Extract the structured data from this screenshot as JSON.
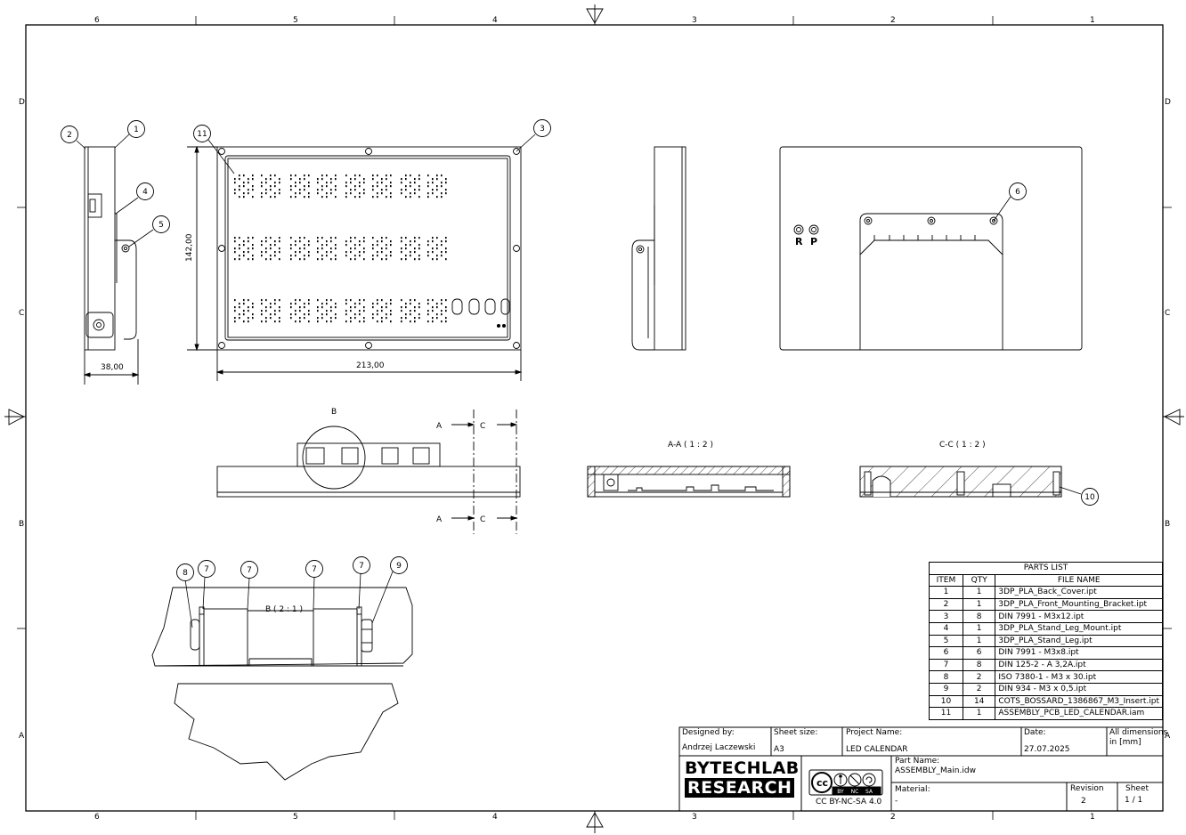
{
  "border": {
    "columns_top": [
      "6",
      "5",
      "4",
      "3",
      "2",
      "1"
    ],
    "columns_bottom": [
      "6",
      "5",
      "4",
      "3",
      "2",
      "1"
    ],
    "rows_left": [
      "D",
      "C",
      "B",
      "A"
    ],
    "rows_right": [
      "D",
      "C",
      "B",
      "A"
    ]
  },
  "callouts": [
    "1",
    "2",
    "3",
    "4",
    "5",
    "6",
    "7",
    "8",
    "9",
    "10",
    "11"
  ],
  "dimensions": {
    "height": "142,00",
    "width": "213,00",
    "depth": "38,00"
  },
  "markings": {
    "r": "R",
    "p": "P"
  },
  "section_labels": {
    "detail_b": "B",
    "a_top": "A",
    "a_bottom": "A",
    "c_top": "C",
    "c_bottom": "C",
    "section_aa": "A-A ( 1 : 2 )",
    "section_cc": "C-C ( 1 : 2 )",
    "detail_b_view": "B ( 2 : 1 )"
  },
  "parts_list": {
    "title": "PARTS LIST",
    "headers": [
      "ITEM",
      "QTY",
      "FILE NAME"
    ],
    "rows": [
      [
        "1",
        "1",
        "3DP_PLA_Back_Cover.ipt"
      ],
      [
        "2",
        "1",
        "3DP_PLA_Front_Mounting_Bracket.ipt"
      ],
      [
        "3",
        "8",
        "DIN 7991 - M3x12.ipt"
      ],
      [
        "4",
        "1",
        "3DP_PLA_Stand_Leg_Mount.ipt"
      ],
      [
        "5",
        "1",
        "3DP_PLA_Stand_Leg.ipt"
      ],
      [
        "6",
        "6",
        "DIN 7991 - M3x8.ipt"
      ],
      [
        "7",
        "8",
        "DIN 125-2 - A 3,2A.ipt"
      ],
      [
        "8",
        "2",
        "ISO 7380-1 - M3 x 30.ipt"
      ],
      [
        "9",
        "2",
        "DIN 934 - M3 x 0,5.ipt"
      ],
      [
        "10",
        "14",
        "COTS_BOSSARD_1386867_M3_Insert.ipt"
      ],
      [
        "11",
        "1",
        "ASSEMBLY_PCB_LED_CALENDAR.iam"
      ]
    ]
  },
  "title_block": {
    "designed_by_label": "Designed by:",
    "designed_by": "Andrzej Laczewski",
    "sheet_size_label": "Sheet size:",
    "sheet_size": "A3",
    "project_name_label": "Project Name:",
    "project_name": "LED CALENDAR",
    "date_label": "Date:",
    "date": "27.07.2025",
    "units_line1": "All dimensions",
    "units_line2": "in [mm]",
    "logo_line1": "BYTECHLAB",
    "logo_line2": "RESEARCH",
    "license": "CC BY-NC-SA 4.0",
    "cc_badge_cc": "cc",
    "cc_badge_terms": [
      "BY",
      "NC",
      "SA"
    ],
    "part_name_label": "Part Name:",
    "part_name": "ASSEMBLY_Main.idw",
    "material_label": "Material:",
    "material": "-",
    "revision_label": "Revision",
    "revision": "2",
    "sheet_label": "Sheet",
    "sheet": "1 / 1"
  }
}
